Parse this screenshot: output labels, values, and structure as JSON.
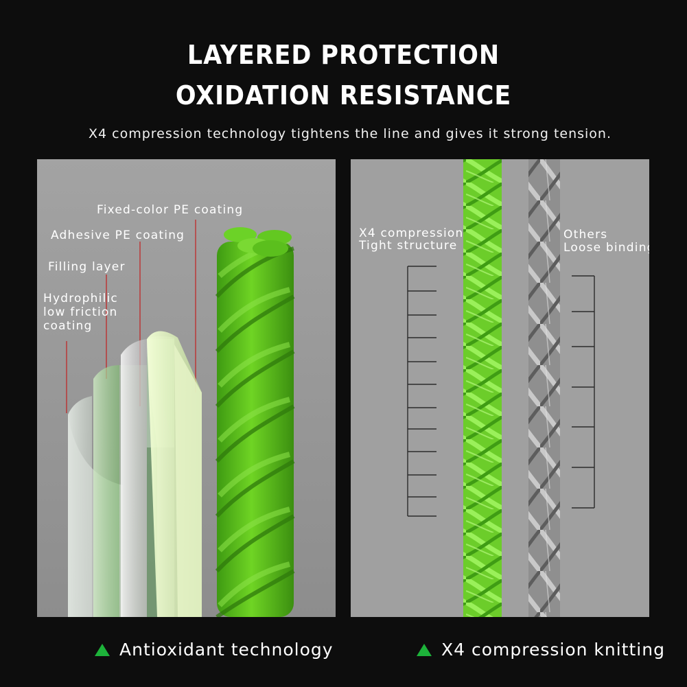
{
  "heading": {
    "line1": "LAYERED PROTECTION",
    "line2": "OXIDATION RESISTANCE",
    "subtitle": "X4 compression technology tightens the line and gives it strong tension."
  },
  "left_panel": {
    "labels": {
      "fixed_color": "Fixed-color PE coating",
      "adhesive": "Adhesive PE coating",
      "filling": "Filling layer",
      "hydrophilic_1": "Hydrophilic",
      "hydrophilic_2": "low friction",
      "hydrophilic_3": "coating"
    }
  },
  "right_panel": {
    "x4_line1": "X4 compression",
    "x4_line2": "Tight structure",
    "others_line1": "Others",
    "others_line2": "Loose binding"
  },
  "features": {
    "left": "Antioxidant technology",
    "right": "X4 compression knitting"
  },
  "colors": {
    "accent_green": "#1db33a",
    "rope_green": "#5fc61f",
    "leader_red": "#c21f1f"
  }
}
